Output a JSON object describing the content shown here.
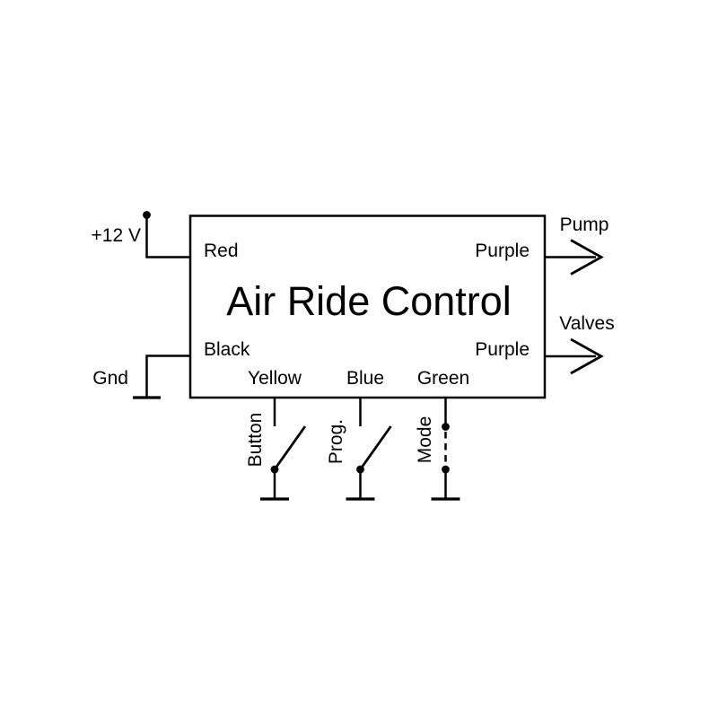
{
  "diagram": {
    "box": {
      "title": "Air Ride Control"
    },
    "power": {
      "supply_label": "+12 V",
      "ground_label": "Gnd"
    },
    "pins": {
      "red": "Red",
      "black": "Black",
      "purple_top": "Purple",
      "purple_bottom": "Purple",
      "yellow": "Yellow",
      "blue": "Blue",
      "green": "Green"
    },
    "outputs": {
      "pump": "Pump",
      "valves": "Valves"
    },
    "controls": {
      "button": "Button",
      "prog": "Prog.",
      "mode": "Mode"
    },
    "colors": {
      "line": "#000000",
      "background": "#ffffff"
    }
  }
}
